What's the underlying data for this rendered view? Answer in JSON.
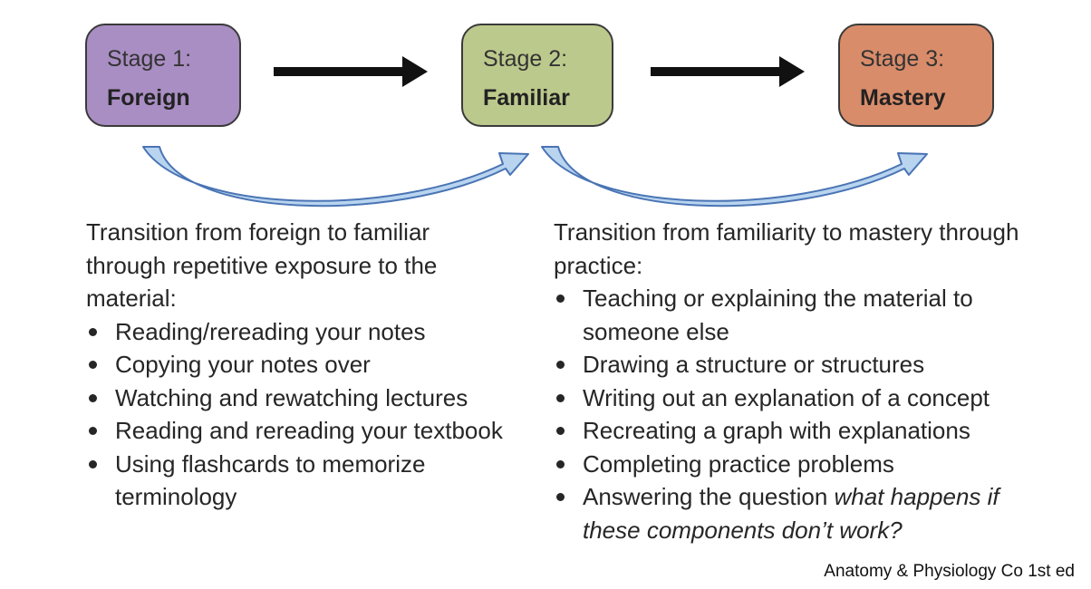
{
  "stages": [
    {
      "number": "Stage 1:",
      "name": "Foreign",
      "color": "#a98ec3"
    },
    {
      "number": "Stage 2:",
      "name": "Familiar",
      "color": "#bcc98c"
    },
    {
      "number": "Stage 3:",
      "name": "Mastery",
      "color": "#d98c6a"
    }
  ],
  "colors": {
    "arrow": "#111111",
    "curved_arrow_fill": "#b8d4ef",
    "curved_arrow_stroke": "#4a74b4"
  },
  "left_column": {
    "intro": "Transition from foreign to familiar through repetitive exposure to the material:",
    "items": [
      "Reading/rereading your notes",
      "Copying your notes over",
      "Watching and rewatching lectures",
      "Reading and rereading your textbook",
      "Using flashcards to memorize terminology"
    ]
  },
  "right_column": {
    "intro": "Transition from familiarity to mastery through practice:",
    "items": [
      "Teaching or explaining the material to someone else",
      "Drawing a structure or structures",
      "Writing out an explanation of a concept",
      "Recreating a graph with explanations",
      "Completing practice problems"
    ],
    "last_item_prefix": "Answering the question ",
    "last_item_italic": "what happens if these components don’t work?"
  },
  "credit": "Anatomy & Physiology Co 1st ed"
}
